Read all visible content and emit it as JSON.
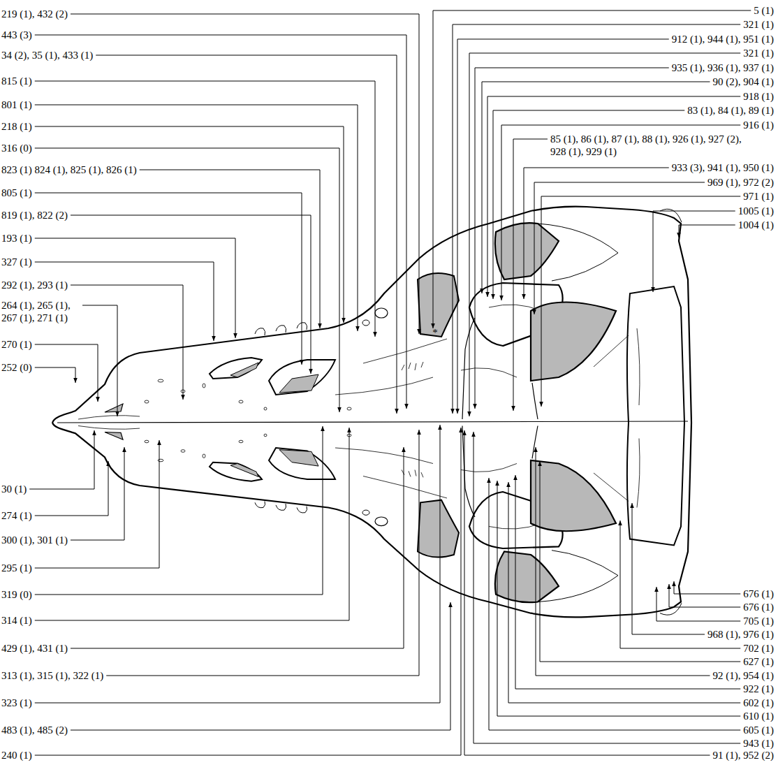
{
  "diagram": {
    "labels": [
      "219 (1), 432 (2)",
      "443 (3)",
      "34 (2), 35 (1), 433 (1)",
      "815 (1)",
      "801 (1)",
      "218 (1)",
      "316 (0)",
      "823 (1) 824 (1), 825 (1), 826 (1)",
      "805 (1)",
      "819 (1), 822 (2)",
      "193 (1)",
      "327 (1)",
      "292 (1), 293 (1)",
      "264 (1), 265 (1), 267 (1), 271 (1)",
      "270 (1)",
      "252 (0)",
      "30 (1)",
      "274 (1)",
      "300 (1), 301 (1)",
      "295 (1)",
      "319 (0)",
      "314 (1)",
      "429 (1), 431 (1)",
      "313 (1), 315 (1), 322 (1)",
      "323 (1)",
      "483 (1), 485 (2)",
      "240 (1)",
      "5 (1)",
      "321 (1)",
      "912 (1), 944 (1), 951 (1)",
      "321 (1)",
      "935 (1), 936 (1), 937 (1)",
      "90 (2), 904 (1)",
      "918 (1)",
      "83 (1), 84 (1), 89 (1)",
      "916 (1)",
      "85 (1), 86 (1), 87 (1), 88 (1), 926 (1), 927 (2), 928 (1), 929 (1)",
      "933 (3), 941 (1), 950 (1)",
      "969 (1), 972 (2)",
      "971 (1)",
      "1005 (1)",
      "1004 (1)",
      "676 (1)",
      "676 (1)",
      "705 (1)",
      "968 (1), 976 (1)",
      "702 (1)",
      "627 (1)",
      "92 (1), 954 (1)",
      "922 (1)",
      "602 (1)",
      "610 (1)",
      "605 (1)",
      "943 (1)",
      "91 (1), 952 (2)",
      "*"
    ]
  }
}
